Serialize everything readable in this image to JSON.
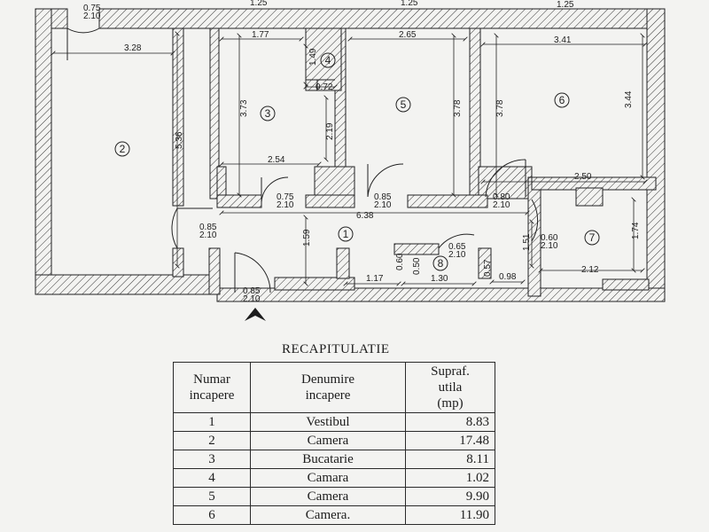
{
  "plan": {
    "rooms": [
      {
        "id": "1",
        "label": "1"
      },
      {
        "id": "2",
        "label": "2"
      },
      {
        "id": "3",
        "label": "3"
      },
      {
        "id": "4",
        "label": "4"
      },
      {
        "id": "5",
        "label": "5"
      },
      {
        "id": "6",
        "label": "6"
      },
      {
        "id": "7",
        "label": "7"
      },
      {
        "id": "8",
        "label": "8"
      }
    ],
    "dimensions": [
      "0.75",
      "2.10",
      "1.25",
      "1.25",
      "1.25",
      "3.28",
      "1.77",
      "2.65",
      "3.41",
      "1.49",
      "0.72",
      "5.36",
      "3.73",
      "2.19",
      "2.54",
      "3.78",
      "3.78",
      "3.44",
      "2.50",
      "0.75",
      "2.10",
      "0.85",
      "2.10",
      "0.80",
      "2.10",
      "6.38",
      "0.85",
      "2.10",
      "1.59",
      "0.65",
      "2.10",
      "0.60",
      "0.50",
      "0.57",
      "1.51",
      "0.60",
      "2.10",
      "1.74",
      "1.17",
      "1.30",
      "0.98",
      "2.12",
      "0.85",
      "2.10"
    ]
  },
  "recap": {
    "title": "RECAPITULATIE",
    "headers": {
      "num": [
        "Numar",
        "incapere"
      ],
      "name": [
        "Denumire",
        "incapere"
      ],
      "area": [
        "Supraf.",
        "utila",
        "(mp)"
      ]
    },
    "rows": [
      {
        "num": "1",
        "name": "Vestibul",
        "area": "8.83"
      },
      {
        "num": "2",
        "name": "Camera",
        "area": "17.48"
      },
      {
        "num": "3",
        "name": "Bucatarie",
        "area": "8.11"
      },
      {
        "num": "4",
        "name": "Camara",
        "area": "1.02"
      },
      {
        "num": "5",
        "name": "Camera",
        "area": "9.90"
      },
      {
        "num": "6",
        "name": "Camera.",
        "area": "11.90"
      }
    ]
  }
}
